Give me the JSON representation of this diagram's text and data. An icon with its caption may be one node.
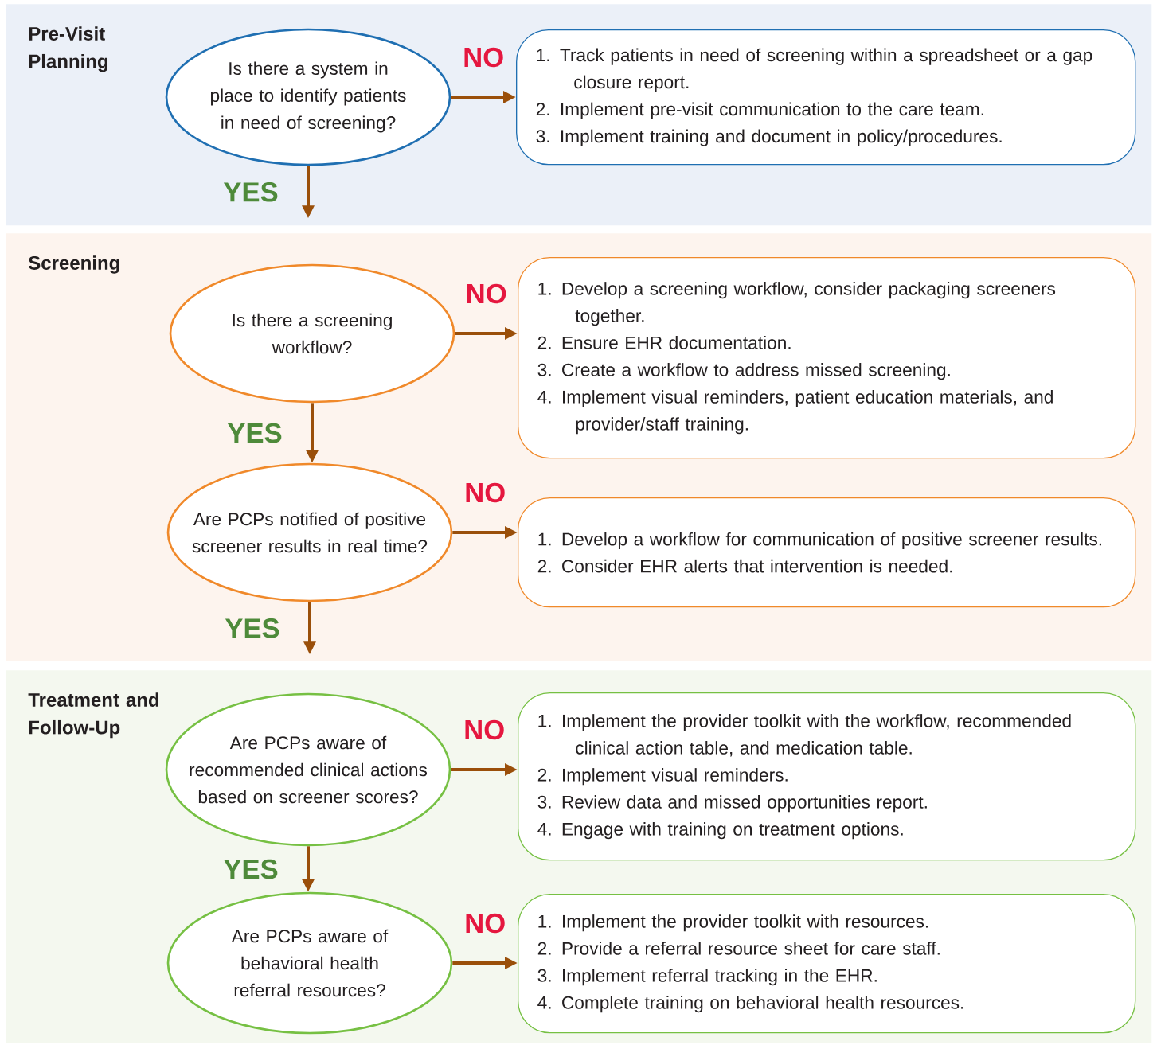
{
  "diagram": {
    "nodes": [
      {
        "text": [
          "Pre-Visit Planning"
        ]
      },
      {
        "text": [
          "Is there a system in place to identify patients in need of screening?"
        ],
        "in": 0
      },
      {
        "text": [
          "1. Track patients in need of screening within a spreadsheet or a gap closure report.",
          "2. Implement pre-visit communication to the care team.",
          "3. Implement training and document in policy/procedures."
        ],
        "in": 0
      },
      {
        "text": [
          "Screening"
        ]
      },
      {
        "text": [
          "Is there a screening workflow?"
        ],
        "in": 3
      },
      {
        "text": [
          "1. Develop a screening workflow, consider packaging screeners together.",
          "2. Ensure EHR documentation.",
          "3. Create a workflow to address missed screening.",
          "4. Implement visual reminders, patient education materials, and provider/staff training."
        ],
        "in": 3
      },
      {
        "text": [
          "Are PCPs notified of positive screener results in real time?"
        ],
        "in": 3
      },
      {
        "text": [
          "1. Develop a workflow for communication of positive screener results.",
          "2. Consider EHR alerts that intervention is needed."
        ],
        "in": 3
      },
      {
        "text": [
          "Treatment and Follow-Up"
        ]
      },
      {
        "text": [
          "Are PCPs aware of recommended clinical actions based on screener scores?"
        ],
        "in": 8
      },
      {
        "text": [
          "1. Implement the provider toolkit with the workflow, recommended clinical action table, and medication table.",
          "2. Implement visual reminders.",
          "3. Review data and missed opportunities report.",
          "4. Engage with training on treatment options."
        ],
        "in": 8
      },
      {
        "text": [
          "Are PCPs aware of behavioral health referral resources?"
        ],
        "in": 8
      },
      {
        "text": [
          "1. Implement the provider toolkit with resources.",
          "2. Provide a referral resource sheet for care staff.",
          "3. Implement referral tracking in the EHR.",
          "4. Complete training on behavioral health resources."
        ],
        "in": 8
      }
    ],
    "edges": [
      {
        "from": 1,
        "to": 2,
        "arrow": "to",
        "label": "NO"
      },
      {
        "from": 1,
        "to": null,
        "arrow": "to",
        "label": "YES"
      },
      {
        "from": 4,
        "to": 5,
        "arrow": "to",
        "label": "NO"
      },
      {
        "from": 4,
        "to": 6,
        "arrow": "to",
        "label": "YES"
      },
      {
        "from": 6,
        "to": 7,
        "arrow": "to",
        "label": "NO"
      },
      {
        "from": 6,
        "to": null,
        "arrow": "to",
        "label": "YES"
      },
      {
        "from": 9,
        "to": 10,
        "arrow": "to",
        "label": "NO"
      },
      {
        "from": 9,
        "to": 11,
        "arrow": "to",
        "label": "YES"
      },
      {
        "from": 11,
        "to": 12,
        "arrow": "to",
        "label": "NO"
      }
    ]
  }
}
